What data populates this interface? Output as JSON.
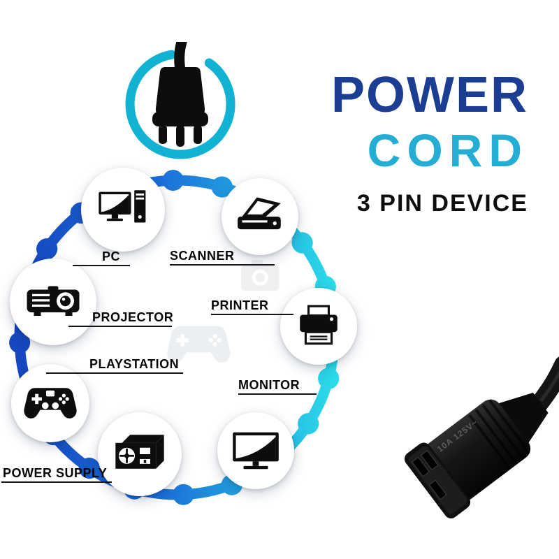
{
  "product": {
    "title_line1": "POWER",
    "title_line2": "CORD",
    "subtitle": "3 PIN DEVICE"
  },
  "plug": {
    "icon": "power-plug-3pin-icon"
  },
  "diagram": {
    "devices": [
      {
        "label": "PC",
        "icon": "pc-icon"
      },
      {
        "label": "SCANNER",
        "icon": "scanner-icon"
      },
      {
        "label": "PROJECTOR",
        "icon": "projector-icon"
      },
      {
        "label": "PRINTER",
        "icon": "printer-icon"
      },
      {
        "label": "PLAYSTATION",
        "icon": "gamepad-icon"
      },
      {
        "label": "POWER SUPPLY",
        "icon": "power-supply-icon"
      },
      {
        "label": "MONITOR",
        "icon": "monitor-icon"
      }
    ]
  },
  "connector": {
    "marking": "10A 125V~",
    "icon": "c13-connector-photo"
  },
  "colors": {
    "title_blue": "#1b3e92",
    "title_cyan": "#25aed4",
    "arc_teal": "#12b2d2",
    "ring_blue": "#1552cc",
    "ring_cyan": "#2bdbe8",
    "icon_black": "#0d0d0d"
  }
}
